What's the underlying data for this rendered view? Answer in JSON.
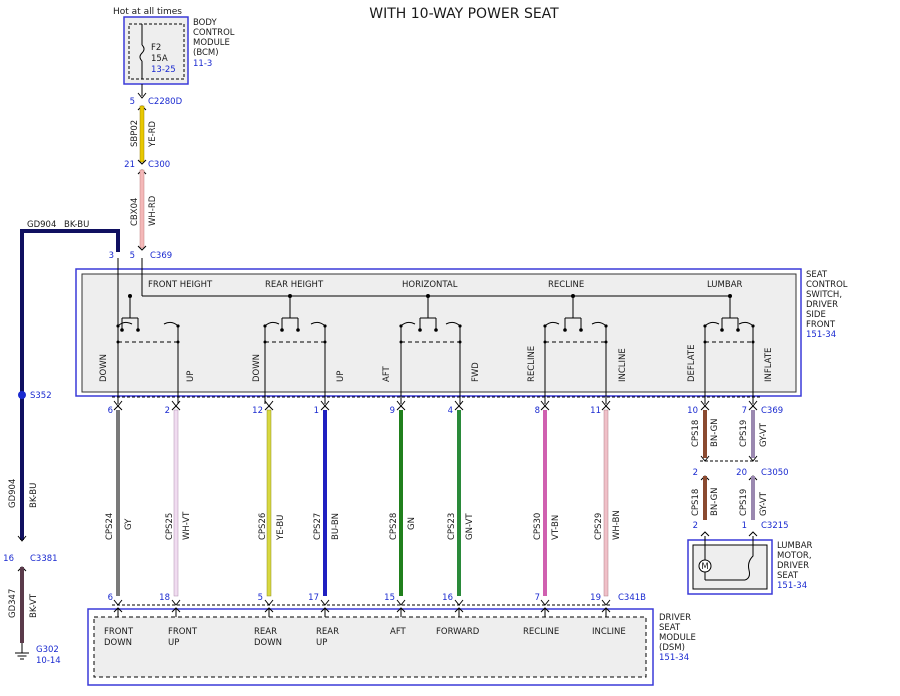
{
  "title": "WITH 10-WAY POWER SEAT",
  "colors": {
    "module_outline": "#3a3ad8",
    "ref_text": "#1a2ad0",
    "panel_fill": "#eeeeee",
    "yellow": "#e8c800",
    "pink": "#f4b8b8",
    "navy": "#101060",
    "gray": "#7a7a7a",
    "white_violet": "#f0dcf0",
    "yellow_blue": "#d8d840",
    "blue_brown": "#2020c0",
    "green": "#20801c",
    "green_violet": "#2a8a3a",
    "violet_brown": "#d060b0",
    "white_brown": "#f0c0c8",
    "brown_green": "#8a4a30",
    "gray_violet": "#9a88b0",
    "black_violet": "#5a3a4a"
  },
  "bcm": {
    "hot_label": "Hot at all times",
    "name_lines": [
      "BODY",
      "CONTROL",
      "MODULE",
      "(BCM)"
    ],
    "ref": "11-3",
    "fuse_name": "F2",
    "fuse_rating": "15A",
    "fuse_ref": "13-25"
  },
  "feed": {
    "pin_a": "5",
    "connector_a": "C2280D",
    "circuit_a": "SBP02",
    "color_a": "YE-RD",
    "pin_b": "21",
    "connector_b": "C300",
    "circuit_b": "CBX04",
    "color_b": "WH-RD",
    "pin_c": "5",
    "connector_c": "C369"
  },
  "ground": {
    "circuit_top": "GD904",
    "color_top": "BK-BU",
    "pin_switch": "3",
    "splice": "S352",
    "circuit_mid": "GD904",
    "color_mid": "BK-BU",
    "pin_lower": "16",
    "connector_lower": "C3381",
    "circuit_low": "GD347",
    "color_low": "BK-VT",
    "gnd_name": "G302",
    "gnd_ref": "10-14"
  },
  "switch": {
    "name_lines": [
      "SEAT",
      "CONTROL",
      "SWITCH,",
      "DRIVER",
      "SIDE",
      "FRONT"
    ],
    "ref": "151-34",
    "functions": [
      "FRONT HEIGHT",
      "REAR HEIGHT",
      "HORIZONTAL",
      "RECLINE",
      "LUMBAR"
    ],
    "positions": [
      "DOWN",
      "UP",
      "DOWN",
      "UP",
      "AFT",
      "FWD",
      "RECLINE",
      "INCLINE",
      "DEFLATE",
      "INFLATE"
    ]
  },
  "wires": [
    {
      "pin_top": "6",
      "circuit": "CPS24",
      "color": "GY",
      "pin_bottom": "6",
      "label_lines": [
        "FRONT",
        "DOWN"
      ]
    },
    {
      "pin_top": "2",
      "circuit": "CPS25",
      "color": "WH-VT",
      "pin_bottom": "18",
      "label_lines": [
        "FRONT",
        "UP"
      ]
    },
    {
      "pin_top": "12",
      "circuit": "CPS26",
      "color": "YE-BU",
      "pin_bottom": "5",
      "label_lines": [
        "REAR",
        "DOWN"
      ]
    },
    {
      "pin_top": "1",
      "circuit": "CPS27",
      "color": "BU-BN",
      "pin_bottom": "17",
      "label_lines": [
        "REAR",
        "UP"
      ]
    },
    {
      "pin_top": "9",
      "circuit": "CPS28",
      "color": "GN",
      "pin_bottom": "15",
      "label_lines": [
        "AFT"
      ]
    },
    {
      "pin_top": "4",
      "circuit": "CPS23",
      "color": "GN-VT",
      "pin_bottom": "16",
      "label_lines": [
        "FORWARD"
      ]
    },
    {
      "pin_top": "8",
      "circuit": "CPS30",
      "color": "VT-BN",
      "pin_bottom": "7",
      "label_lines": [
        "RECLINE"
      ]
    },
    {
      "pin_top": "11",
      "circuit": "CPS29",
      "color": "WH-BN",
      "pin_bottom": "19",
      "label_lines": [
        "INCLINE"
      ]
    }
  ],
  "switch_connector": "C369",
  "dsm": {
    "connector": "C341B",
    "name_lines": [
      "DRIVER",
      "SEAT",
      "MODULE",
      "(DSM)"
    ],
    "ref": "151-34"
  },
  "lumbar": {
    "pin_a1": "10",
    "pin_a2": "7",
    "connector_a": "C369",
    "circuit_1": "CPS18",
    "color_1": "BN-GN",
    "circuit_2": "CPS19",
    "color_2": "GY-VT",
    "pin_b1": "2",
    "pin_b2": "20",
    "connector_b": "C3050",
    "pin_c1": "2",
    "pin_c2": "1",
    "connector_c": "C3215",
    "motor_symbol": "M",
    "name_lines": [
      "LUMBAR",
      "MOTOR,",
      "DRIVER",
      "SEAT"
    ],
    "ref": "151-34"
  }
}
